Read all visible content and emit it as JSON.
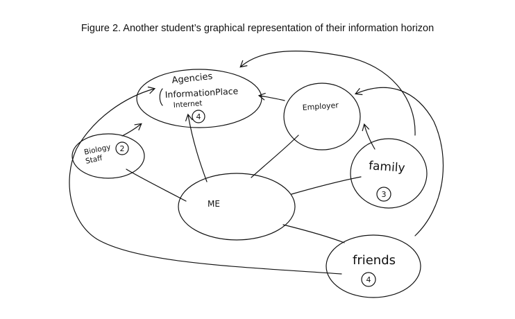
{
  "caption": "Figure 2. Another student’s graphical representation of their information horizon",
  "nodes": {
    "agencies": {
      "line1": "Agencies",
      "line2": "InformationPlace",
      "line3": "Internet",
      "rank": "4"
    },
    "employer": {
      "label": "Employer"
    },
    "biology_staff": {
      "line1": "Biology",
      "line2": "Staff",
      "rank": "2"
    },
    "me": {
      "label": "ME"
    },
    "family": {
      "label": "family",
      "rank": "3"
    },
    "friends": {
      "label": "friends",
      "rank": "4"
    }
  }
}
